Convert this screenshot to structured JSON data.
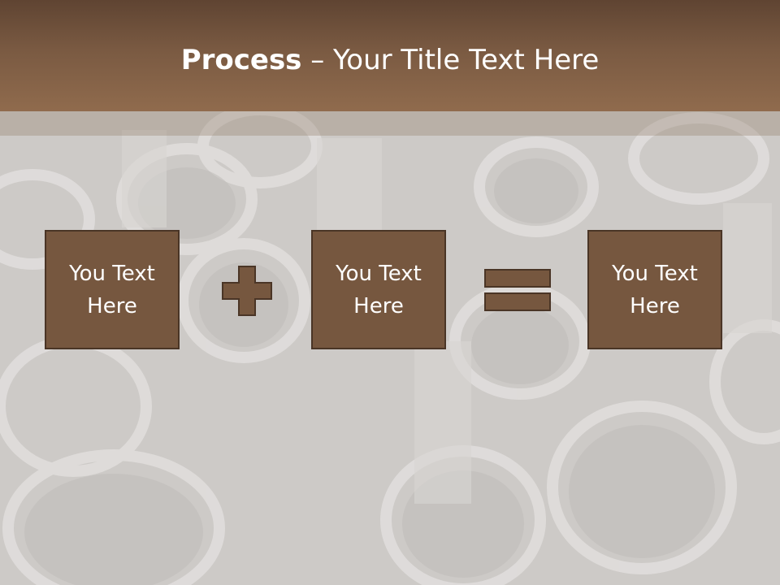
{
  "slide": {
    "title_bold": "Process",
    "title_rest": " – Your Title Text Here",
    "boxes": [
      {
        "text": "You Text Here"
      },
      {
        "text": "You Text Here"
      },
      {
        "text": "You Text Here"
      }
    ],
    "operators": [
      "plus",
      "equals"
    ],
    "colors": {
      "header": "#7a5a42",
      "box_fill": "#76573f",
      "box_border": "#4a3526",
      "text": "#ffffff"
    }
  }
}
